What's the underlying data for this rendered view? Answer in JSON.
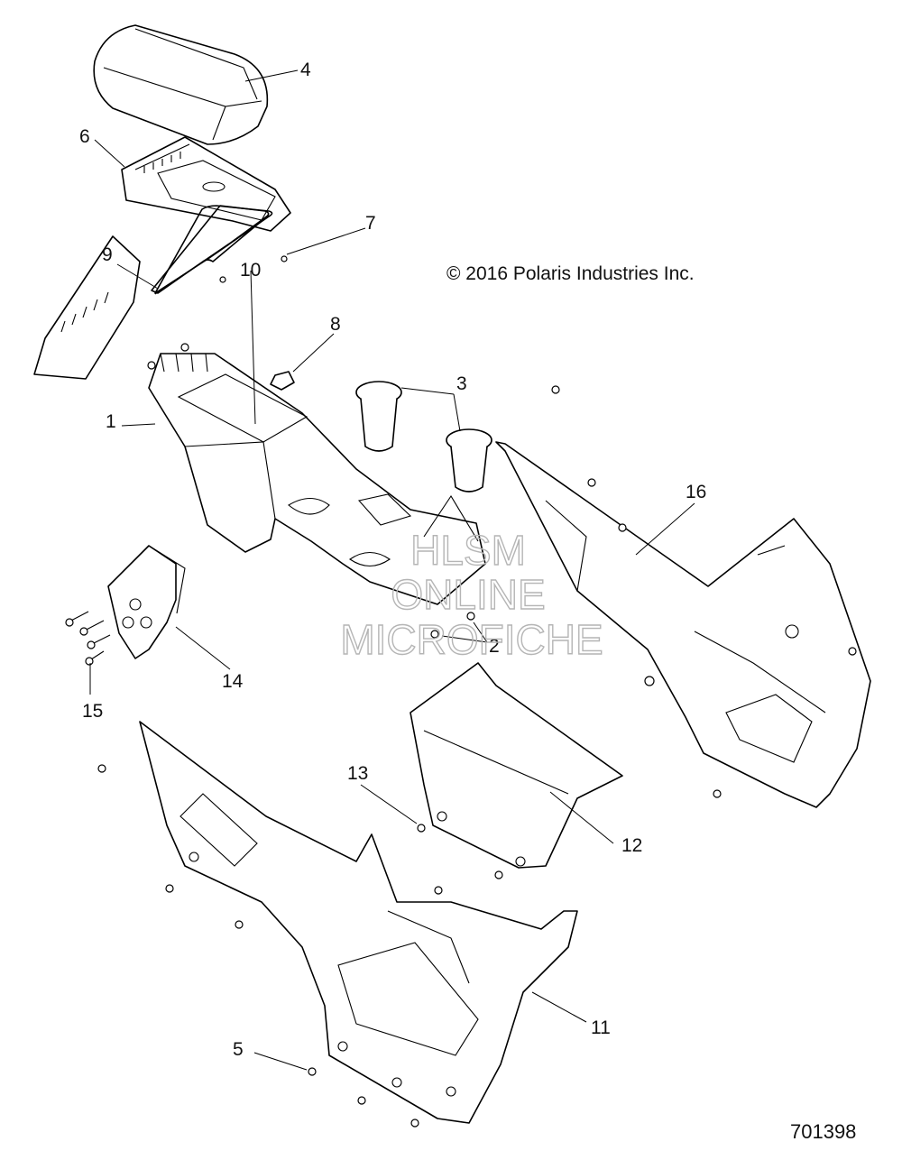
{
  "copyright": "© 2016 Polaris Industries Inc.",
  "diagram_id": "701398",
  "watermark": {
    "line1": "HLSM",
    "line2": "ONLINE",
    "line3": "MICROFICHE"
  },
  "callouts": [
    "1",
    "2",
    "3",
    "4",
    "5",
    "6",
    "7",
    "8",
    "9",
    "10",
    "11",
    "12",
    "13",
    "14",
    "15",
    "16"
  ],
  "colors": {
    "line": "#000000",
    "background": "#ffffff",
    "watermark": "#b5b5b5"
  }
}
